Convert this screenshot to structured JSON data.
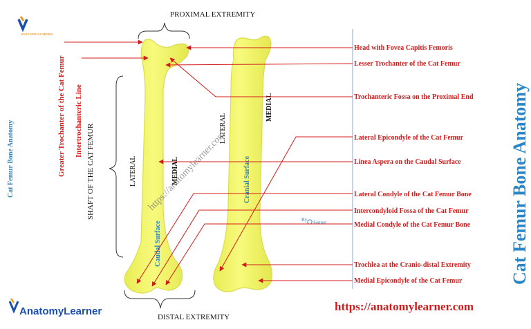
{
  "site_logo": {
    "mark": "V",
    "sub": "ANATOMY LEARNER",
    "brand": "AnatomyLearner"
  },
  "side_title": "Cat Femur Bone Anatomy",
  "big_title": "Cat Femur Bone Anatomy",
  "url": "https://anatomylearner.com",
  "watermark": "https://anatomylearner.com",
  "credit": {
    "by": "By",
    "name": "Sonnet"
  },
  "top_label": "PROXIMAL  EXTREMITY",
  "bottom_label": "DISTAL EXTREMITY",
  "shaft_label": "SHAFT OF THE CAT FEMUR",
  "left_vertical": [
    "Greater Trochanter of the Cat Femur",
    "Intertrochanteric Line"
  ],
  "orientation": {
    "left_lateral": "LATERAL",
    "left_medial": "MEDIAL",
    "right_lateral": "LATERAL",
    "right_medial": "MEDIAL",
    "caudal": "Caudal Surface",
    "cranial": "Cranial Surface"
  },
  "right_labels": [
    "Head with Fovea  Capitis Femoris",
    "Lesser Trochanter of the Cat Femur",
    "Trochanteric Fossa on the Proximal End",
    "Lateral Epicondyle of the Cat Femur",
    "Linea Aspera  on the Caudal Surface",
    "Lateral Condyle of the Cat Femur Bone",
    "Intercondyloid Fossa of the Cat Femur",
    "Medial Condyle of the Cat Femur Bone",
    "Trochlea at the Cranio-distal Extremity",
    "Medial Epicondyle of the Cat Femur"
  ],
  "colors": {
    "bone": "#f2f56a",
    "bone_edge": "#d9dc4a",
    "label_red": "#d41b1b",
    "accent_blue": "#2a86c4",
    "brand_orange": "#f39a1e"
  }
}
